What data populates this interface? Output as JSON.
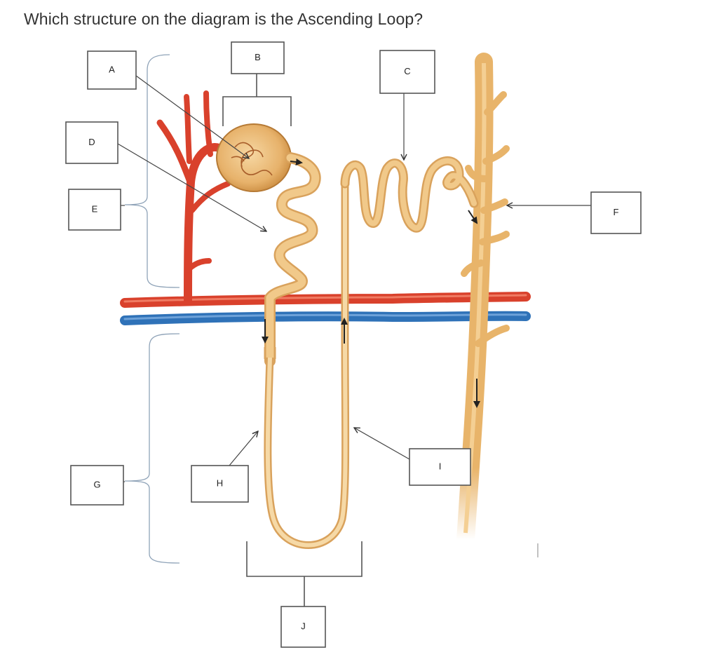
{
  "question": "Which structure on the diagram is the Ascending Loop?",
  "labels": {
    "A": "A",
    "B": "B",
    "C": "C",
    "D": "D",
    "E": "E",
    "F": "F",
    "G": "G",
    "H": "H",
    "I": "I",
    "J": "J"
  },
  "colors": {
    "artery": "#d9412c",
    "vein": "#2f72b8",
    "tubule": "#f1c98a",
    "tubule_edge": "#d9a25c",
    "collecting_duct": "#e8b46a",
    "glomerulus": "#e6a860"
  }
}
